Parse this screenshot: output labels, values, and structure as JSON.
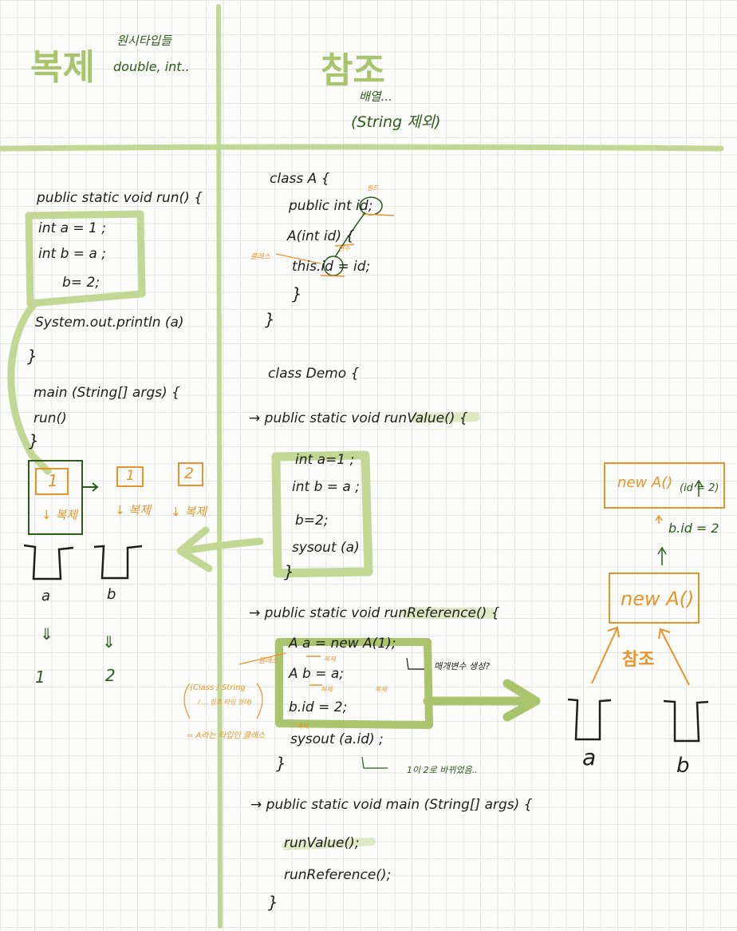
{
  "headings": {
    "left_title": "복제",
    "left_note_line1": "원시타입들",
    "left_note_line2": "double, int..",
    "right_title": "참조",
    "right_note_line1": "배열...",
    "right_note_line2": "(String 제외)"
  },
  "left_code": [
    "public static void run() {",
    "int a = 1 ;",
    "int b = a ;",
    "b= 2;",
    "System.out.println (a)",
    "}",
    "main (String[] args) {",
    "run()",
    "}"
  ],
  "left_diagram": {
    "box1": "1",
    "box2": "1",
    "box3": "2",
    "copy1": "↓ 복제",
    "copy2": "↓ 복제",
    "copy3": "↓ 복제",
    "var_a": "a",
    "var_b": "b",
    "arrow_a": "⇓",
    "arrow_b": "⇓",
    "val_a": "1",
    "val_b": "2"
  },
  "class_a": [
    "class A {",
    "public int id;",
    "A(int id) {",
    "this.id = id;",
    "}",
    "}"
  ],
  "class_a_notes": {
    "field": "필드",
    "param": "변수",
    "klass": "클래스"
  },
  "class_demo": {
    "header": "class Demo {",
    "run_value_sig": "→ public static void runValue() {",
    "run_value_body": [
      "int a=1 ;",
      "int b = a ;",
      "b=2;",
      "sysout (a)"
    ],
    "run_value_close": "}",
    "run_ref_sig": "→ public static void runReference() {",
    "run_ref_body": [
      "A a = new A(1);",
      "A b = a;",
      "b.id = 2;",
      "sysout (a.id) ;"
    ],
    "run_ref_close": "}",
    "main_sig": "→ public static void main (String[] args) {",
    "main_body": [
      "runValue();",
      "runReference();"
    ],
    "main_close": "}"
  },
  "ref_notes": {
    "klass": "클래스",
    "copy1": "복제",
    "copy2": "복제",
    "copy3": "복제",
    "copy4": "복제",
    "param_q": "매개변수 생성?",
    "paren_line1": "(Class / String",
    "paren_line2": "/ ... 참조 타입 형태)",
    "eq_note": "= A라는 타입인 클래스",
    "result_note": "1이 2로 바뀌었음.."
  },
  "right_diagram": {
    "new_a_top": "new A()",
    "id_eq_2": "(id = 2)",
    "b_id_2": "b.id = 2",
    "new_a_mid": "new A()",
    "ref_label": "참조",
    "var_a": "a",
    "var_b": "b"
  },
  "colors": {
    "ink": "#1d1d1d",
    "dark_green": "#2c5a1a",
    "orange": "#e8942c",
    "lime": "#a9c46c",
    "lime_light": "#c3d795",
    "grid": "#e3e6e0"
  }
}
